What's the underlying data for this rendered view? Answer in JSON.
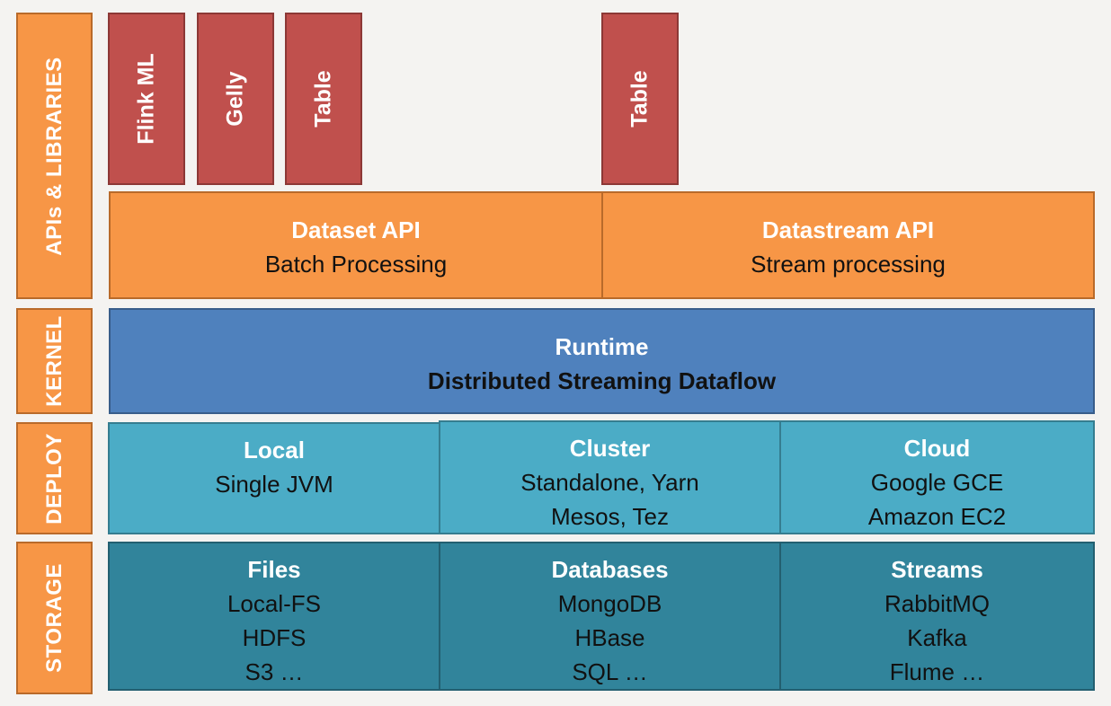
{
  "side_labels": {
    "apis": "APIs & LIBRARIES",
    "kernel": "KERNEL",
    "deploy": "DEPLOY",
    "storage": "STORAGE"
  },
  "libraries": {
    "flink_ml": "Flink ML",
    "gelly": "Gelly",
    "table_batch": "Table",
    "table_stream": "Table"
  },
  "apis": {
    "dataset": {
      "title": "Dataset API",
      "subtitle": "Batch Processing"
    },
    "datastream": {
      "title": "Datastream API",
      "subtitle": "Stream processing"
    }
  },
  "kernel": {
    "title": "Runtime",
    "subtitle": "Distributed Streaming Dataflow"
  },
  "deploy": {
    "local": {
      "title": "Local",
      "lines": [
        "Single JVM"
      ]
    },
    "cluster": {
      "title": "Cluster",
      "lines": [
        "Standalone, Yarn",
        "Mesos, Tez"
      ]
    },
    "cloud": {
      "title": "Cloud",
      "lines": [
        "Google GCE",
        "Amazon EC2"
      ]
    }
  },
  "storage": {
    "files": {
      "title": "Files",
      "lines": [
        "Local-FS",
        "HDFS",
        "S3 …"
      ]
    },
    "databases": {
      "title": "Databases",
      "lines": [
        "MongoDB",
        "HBase",
        "SQL …"
      ]
    },
    "streams": {
      "title": "Streams",
      "lines": [
        "RabbitMQ",
        "Kafka",
        "Flume …"
      ]
    }
  },
  "colors": {
    "background": "#f4f3f1",
    "orange": "#f79646",
    "library_red": "#c0504d",
    "kernel_blue": "#4f81bd",
    "deploy_teal": "#4bacc6",
    "storage_teal": "#31849b"
  }
}
